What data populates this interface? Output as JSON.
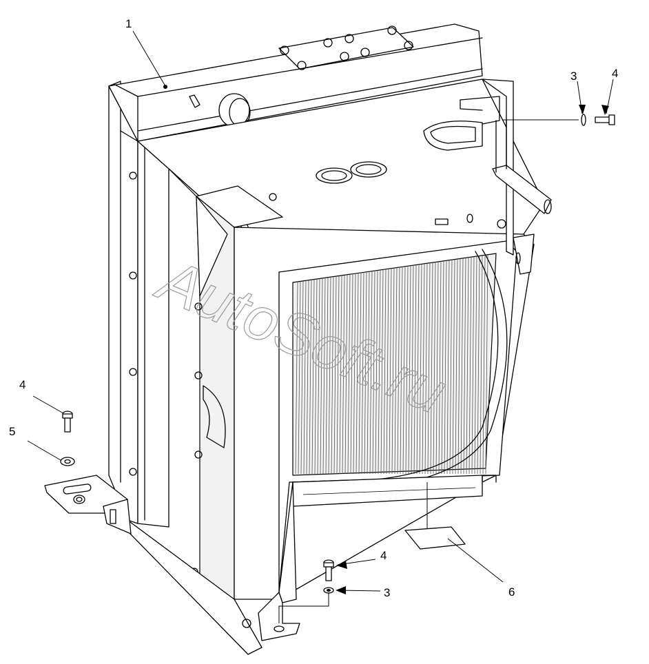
{
  "callouts": [
    {
      "id": "c1",
      "label": "1"
    },
    {
      "id": "c3a",
      "label": "3"
    },
    {
      "id": "c4a",
      "label": "4"
    },
    {
      "id": "c4b",
      "label": "4"
    },
    {
      "id": "c5",
      "label": "5"
    },
    {
      "id": "c4c",
      "label": "4"
    },
    {
      "id": "c3b",
      "label": "3"
    },
    {
      "id": "c6",
      "label": "6"
    }
  ],
  "watermark": "AutoSoft.ru"
}
